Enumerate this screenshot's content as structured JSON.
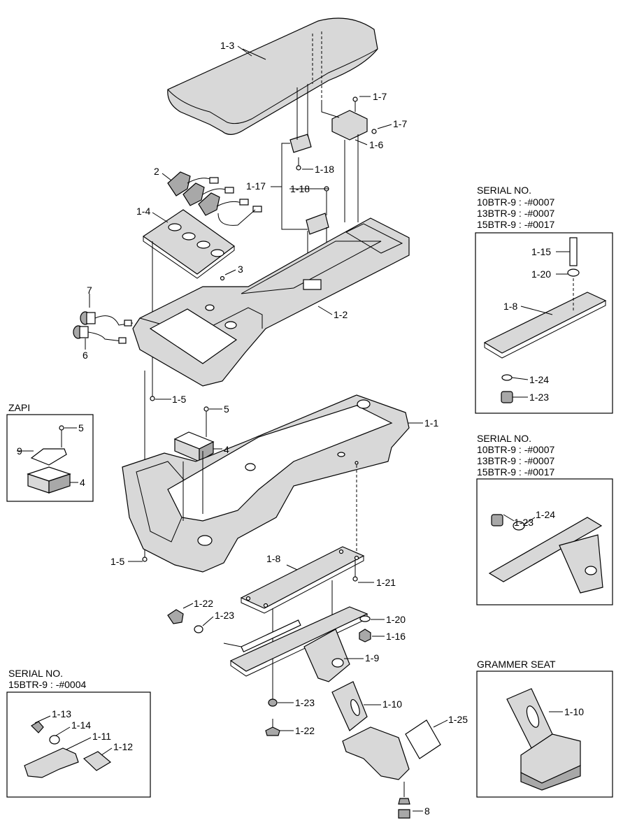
{
  "labels": {
    "l_1_3": "1-3",
    "l_1_7a": "1-7",
    "l_1_7b": "1-7",
    "l_1_6": "1-6",
    "l_1_18a": "1-18",
    "l_1_18b": "1-18",
    "l_1_17": "1-17",
    "l_2": "2",
    "l_1_4": "1-4",
    "l_3": "3",
    "l_7": "7",
    "l_6": "6",
    "l_1_2": "1-2",
    "l_1_5a": "1-5",
    "l_1_5b": "1-5",
    "l_5a": "5",
    "l_5b": "5",
    "l_4a": "4",
    "l_4b": "4",
    "l_9": "9",
    "l_1_1": "1-1",
    "l_1_8": "1-8",
    "l_1_21": "1-21",
    "l_1_22a": "1-22",
    "l_1_23a": "1-23",
    "l_1_20": "1-20",
    "l_1_16": "1-16",
    "l_1_9": "1-9",
    "l_1_23b": "1-23",
    "l_1_10a": "1-10",
    "l_1_25": "1-25",
    "l_1_22b": "1-22",
    "l_8": "8",
    "l_1_13": "1-13",
    "l_1_14": "1-14",
    "l_1_11": "1-11",
    "l_1_12": "1-12",
    "l_1_15": "1-15",
    "l_1_20b": "1-20",
    "l_1_8b": "1-8",
    "l_1_24a": "1-24",
    "l_1_23c": "1-23",
    "l_1_23d": "1-23",
    "l_1_24b": "1-24",
    "l_1_10b": "1-10"
  },
  "boxes": {
    "zapi_title": "ZAPI",
    "serial1_line1": "SERIAL NO.",
    "serial1_line2": "10BTR-9 : -#0007",
    "serial1_line3": "13BTR-9 : -#0007",
    "serial1_line4": "15BTR-9 : -#0017",
    "serial2_line1": "SERIAL NO.",
    "serial2_line2": "10BTR-9 : -#0007",
    "serial2_line3": "13BTR-9 : -#0007",
    "serial2_line4": "15BTR-9 : -#0017",
    "serial3_line1": "SERIAL NO.",
    "serial3_line2": "15BTR-9 : -#0004",
    "grammer_title": "GRAMMER SEAT"
  }
}
